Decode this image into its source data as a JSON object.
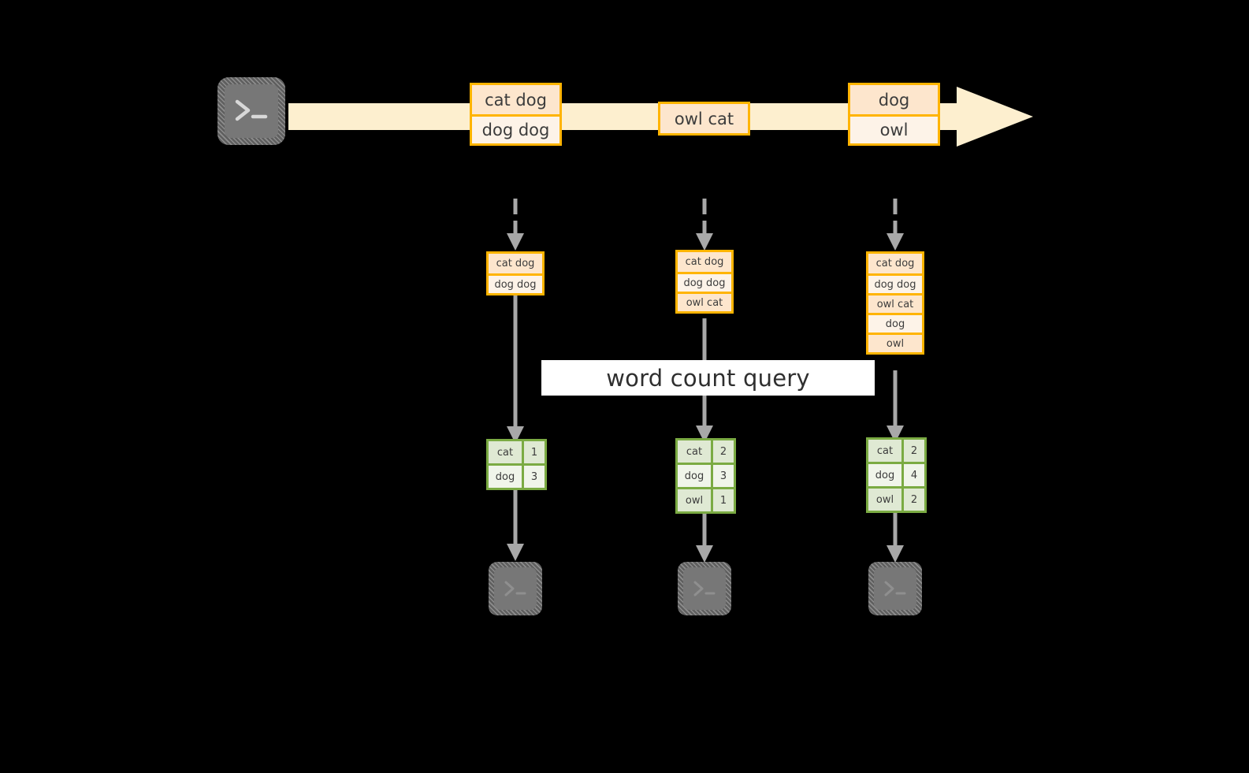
{
  "diagram": {
    "background_color": "#000000",
    "accent_orange": "#ffb400",
    "accent_orange_fill_dark": "#fde6cd",
    "accent_orange_fill_light": "#fdf3e8",
    "accent_green": "#7bab43",
    "accent_green_fill_dark": "#dfe9d3",
    "accent_green_fill_light": "#f0f5ea",
    "stream_arrow_fill": "#fdefcf",
    "connector_gray": "#a8a8a8",
    "terminal_gray": "#777777"
  },
  "source": {
    "icon_name": "terminal-icon",
    "glyph": ">_"
  },
  "stream": {
    "arrow_name": "event-stream-arrow",
    "records": [
      {
        "id": "stream-record-1",
        "lines": [
          {
            "text": "cat dog",
            "shade": "shade-a"
          },
          {
            "text": "dog dog",
            "shade": "shade-b"
          }
        ]
      },
      {
        "id": "stream-record-2",
        "lines": [
          {
            "text": "owl cat",
            "shade": "shade-a"
          }
        ]
      },
      {
        "id": "stream-record-3",
        "lines": [
          {
            "text": "dog",
            "shade": "shade-a"
          },
          {
            "text": "owl",
            "shade": "shade-b"
          }
        ]
      }
    ]
  },
  "query": {
    "label": "word count query"
  },
  "snapshots": [
    {
      "id": "snapshot-1",
      "buffer": {
        "name": "record-buffer-1",
        "lines": [
          {
            "text": "cat dog",
            "shade": "shade-a"
          },
          {
            "text": "dog dog",
            "shade": "shade-b"
          }
        ]
      },
      "result": {
        "name": "word-count-result-1",
        "rows": [
          {
            "key": "cat",
            "value": "1",
            "shade": "shade-a"
          },
          {
            "key": "dog",
            "value": "3",
            "shade": "shade-b"
          }
        ]
      },
      "sink": {
        "icon_name": "terminal-icon",
        "glyph": ">_"
      }
    },
    {
      "id": "snapshot-2",
      "buffer": {
        "name": "record-buffer-2",
        "lines": [
          {
            "text": "cat dog",
            "shade": "shade-a"
          },
          {
            "text": "dog dog",
            "shade": "shade-b"
          },
          {
            "text": "owl cat",
            "shade": "shade-a"
          }
        ]
      },
      "result": {
        "name": "word-count-result-2",
        "rows": [
          {
            "key": "cat",
            "value": "2",
            "shade": "shade-a"
          },
          {
            "key": "dog",
            "value": "3",
            "shade": "shade-b"
          },
          {
            "key": "owl",
            "value": "1",
            "shade": "shade-a"
          }
        ]
      },
      "sink": {
        "icon_name": "terminal-icon",
        "glyph": ">_"
      }
    },
    {
      "id": "snapshot-3",
      "buffer": {
        "name": "record-buffer-3",
        "lines": [
          {
            "text": "cat dog",
            "shade": "shade-a"
          },
          {
            "text": "dog dog",
            "shade": "shade-b"
          },
          {
            "text": "owl cat",
            "shade": "shade-a"
          },
          {
            "text": "dog",
            "shade": "shade-b"
          },
          {
            "text": "owl",
            "shade": "shade-a"
          }
        ]
      },
      "result": {
        "name": "word-count-result-3",
        "rows": [
          {
            "key": "cat",
            "value": "2",
            "shade": "shade-a"
          },
          {
            "key": "dog",
            "value": "4",
            "shade": "shade-b"
          },
          {
            "key": "owl",
            "value": "2",
            "shade": "shade-a"
          }
        ]
      },
      "sink": {
        "icon_name": "terminal-icon",
        "glyph": ">_"
      }
    }
  ]
}
